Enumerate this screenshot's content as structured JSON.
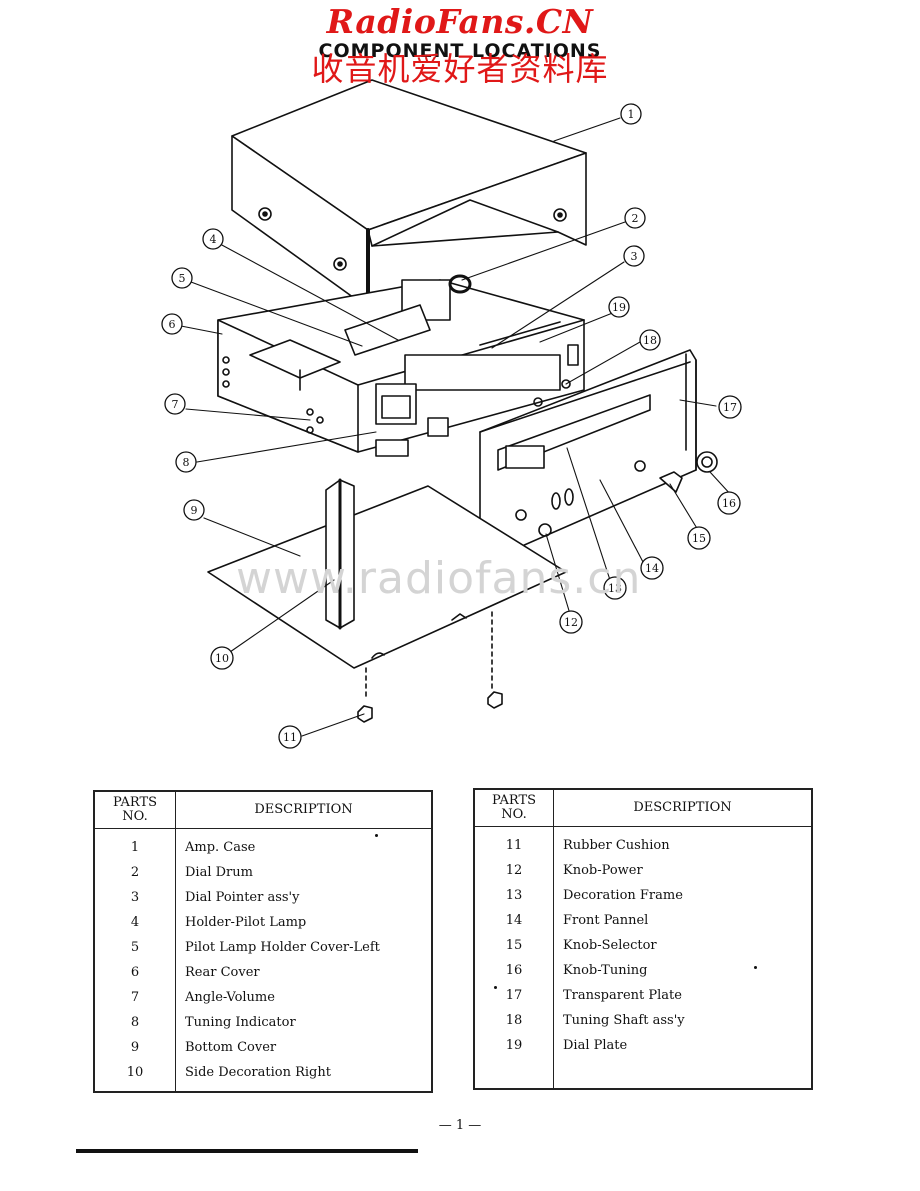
{
  "watermark": {
    "site_title": "RadioFans.CN",
    "chinese_subtitle": "收音机爱好者资料库",
    "domain": "www.radiofans.cn"
  },
  "page": {
    "title": "COMPONENT LOCATIONS",
    "page_number": "— 1 —"
  },
  "callouts": [
    "1",
    "2",
    "3",
    "4",
    "5",
    "6",
    "7",
    "8",
    "9",
    "10",
    "11",
    "12",
    "13",
    "14",
    "15",
    "16",
    "17",
    "18",
    "19"
  ],
  "parts_tables": {
    "header_no": [
      "PARTS",
      "NO."
    ],
    "header_desc": "DESCRIPTION",
    "left": [
      {
        "no": "1",
        "desc": "Amp.  Case"
      },
      {
        "no": "2",
        "desc": "Dial  Drum"
      },
      {
        "no": "3",
        "desc": "Dial  Pointer  ass'y"
      },
      {
        "no": "4",
        "desc": "Holder-Pilot  Lamp"
      },
      {
        "no": "5",
        "desc": "Pilot  Lamp  Holder   Cover-Left"
      },
      {
        "no": "6",
        "desc": "Rear  Cover"
      },
      {
        "no": "7",
        "desc": "Angle-Volume"
      },
      {
        "no": "8",
        "desc": "Tuning  Indicator"
      },
      {
        "no": "9",
        "desc": "Bottom  Cover"
      },
      {
        "no": "10",
        "desc": "Side  Decoration  Right"
      }
    ],
    "right": [
      {
        "no": "11",
        "desc": "Rubber  Cushion"
      },
      {
        "no": "12",
        "desc": "Knob-Power"
      },
      {
        "no": "13",
        "desc": "Decoration  Frame"
      },
      {
        "no": "14",
        "desc": "Front  Pannel"
      },
      {
        "no": "15",
        "desc": "Knob-Selector"
      },
      {
        "no": "16",
        "desc": "Knob-Tuning"
      },
      {
        "no": "17",
        "desc": "Transparent  Plate"
      },
      {
        "no": "18",
        "desc": "Tuning  Shaft  ass'y"
      },
      {
        "no": "19",
        "desc": "Dial  Plate"
      }
    ]
  },
  "colors": {
    "watermark_red": "#e01818",
    "ink": "#111111",
    "watermark_gray": "#d4d4d4"
  }
}
